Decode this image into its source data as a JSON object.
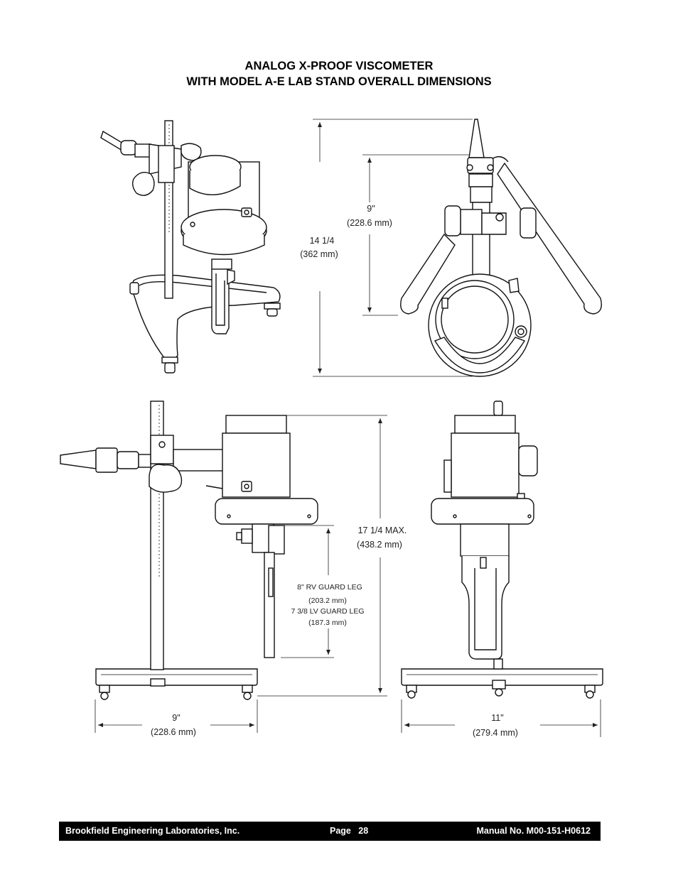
{
  "document": {
    "title_line1": "ANALOG X-PROOF VISCOMETER",
    "title_line2": "WITH MODEL A-E LAB STAND OVERALL DIMENSIONS"
  },
  "dimensions": {
    "top_front_height": "14 1/4",
    "top_front_height_mm": "(362 mm)",
    "top_inner_height": "9\"",
    "top_inner_height_mm": "(228.6 mm)",
    "side_overall_height": "17 1/4 MAX.",
    "side_overall_height_mm": "(438.2 mm)",
    "rv_guard_leg": "8\" RV GUARD LEG",
    "rv_guard_leg_mm": "(203.2 mm)",
    "lv_guard_leg": "7 3/8 LV GUARD LEG",
    "lv_guard_leg_mm": "(187.3 mm)",
    "base_depth": "9\"",
    "base_depth_mm": "(228.6 mm)",
    "base_width": "11\"",
    "base_width_mm": "(279.4 mm)"
  },
  "footer": {
    "company": "Brookfield Engineering Laboratories, Inc.",
    "page": "Page   28",
    "manual": "Manual No. M00-151-H0612"
  }
}
